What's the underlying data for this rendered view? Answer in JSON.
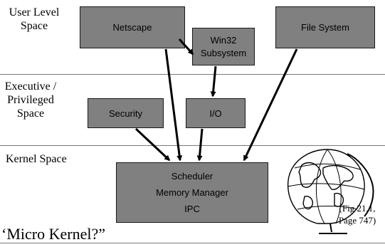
{
  "layers": {
    "user": "User Level\nSpace",
    "executive": "Executive /\nPrivileged\nSpace",
    "kernel": "Kernel Space"
  },
  "components": {
    "netscape": "Netscape",
    "win32_line1": "Win32",
    "win32_line2": "Subsystem",
    "file_system": "File System",
    "security": "Security",
    "io": "I/O",
    "kernel_lines": [
      "Scheduler",
      "Memory Manager",
      "IPC"
    ]
  },
  "figure_reference": {
    "line1": "(Fig 21.1,",
    "line2": "Page 747)"
  },
  "caption": "‘Micro Kernel?”",
  "colors": {
    "box_fill": "#808080",
    "box_border": "#1a1a1a",
    "arrow": "#000000",
    "divider": "#7a7a7a"
  },
  "icons": [
    "globe-icon"
  ]
}
